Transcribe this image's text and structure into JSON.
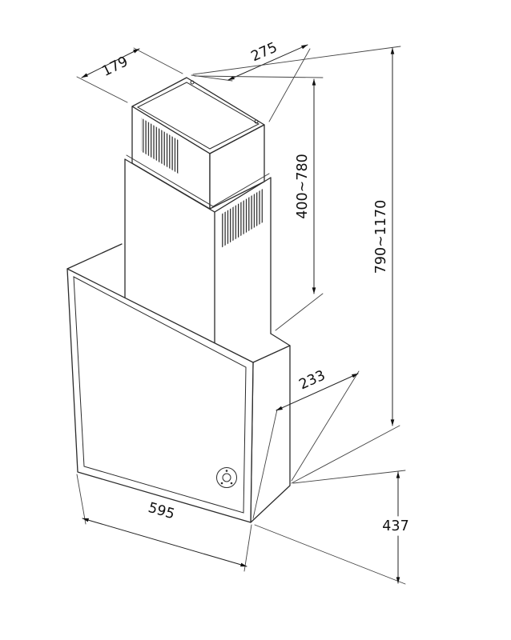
{
  "drawing": {
    "kind": "wall chimney hood dimension drawing",
    "dimensions": {
      "chimney_depth": "179",
      "chimney_width": "275",
      "chimney_height": "400~780",
      "total_height": "790~1170",
      "body_depth": "233",
      "body_width": "595",
      "body_height": "437"
    }
  }
}
